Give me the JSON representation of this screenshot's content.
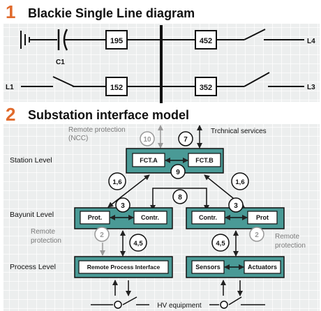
{
  "section1": {
    "number": "1",
    "title": "Blackie Single Line diagram",
    "boxes": [
      "195",
      "452",
      "152",
      "352"
    ],
    "labels": {
      "c1": "C1",
      "l1": "L1",
      "l3": "L3",
      "l4": "L4"
    }
  },
  "section2": {
    "number": "2",
    "title": "Substation interface model",
    "levels": {
      "station": "Station Level",
      "bayunit": "Bayunit Level",
      "process": "Process Level"
    },
    "station_boxes": {
      "left": "FCT.A",
      "right": "FCT.B"
    },
    "bay_left": {
      "prot": "Prot.",
      "contr": "Contr."
    },
    "bay_right": {
      "contr": "Contr.",
      "prot": "Prot"
    },
    "process_left": "Remote Process Interface",
    "process_right": {
      "sensors": "Sensors",
      "actuators": "Actuators"
    },
    "remote_ncc": [
      "Remote protection",
      "(NCC)"
    ],
    "technical_services": "Trchnical services",
    "remote_left": [
      "Remote",
      "protection"
    ],
    "remote_right": [
      "Remote",
      "protection"
    ],
    "hv_equipment": "HV equipment",
    "circles": {
      "c10": "10",
      "c7": "7",
      "c9": "9",
      "c16_left": "1,6",
      "c16_right": "1,6",
      "c8": "8",
      "c3_left": "3",
      "c3_right": "3",
      "c2_left": "2",
      "c2_right": "2",
      "c45_left": "4,5",
      "c45_right": "4,5"
    }
  },
  "colors": {
    "orange": "#e06a2c",
    "teal": "#4a9a96",
    "grid_bg": "#eef0f0",
    "grid_line": "#ffffff",
    "gray_text": "#7a7a7a"
  }
}
